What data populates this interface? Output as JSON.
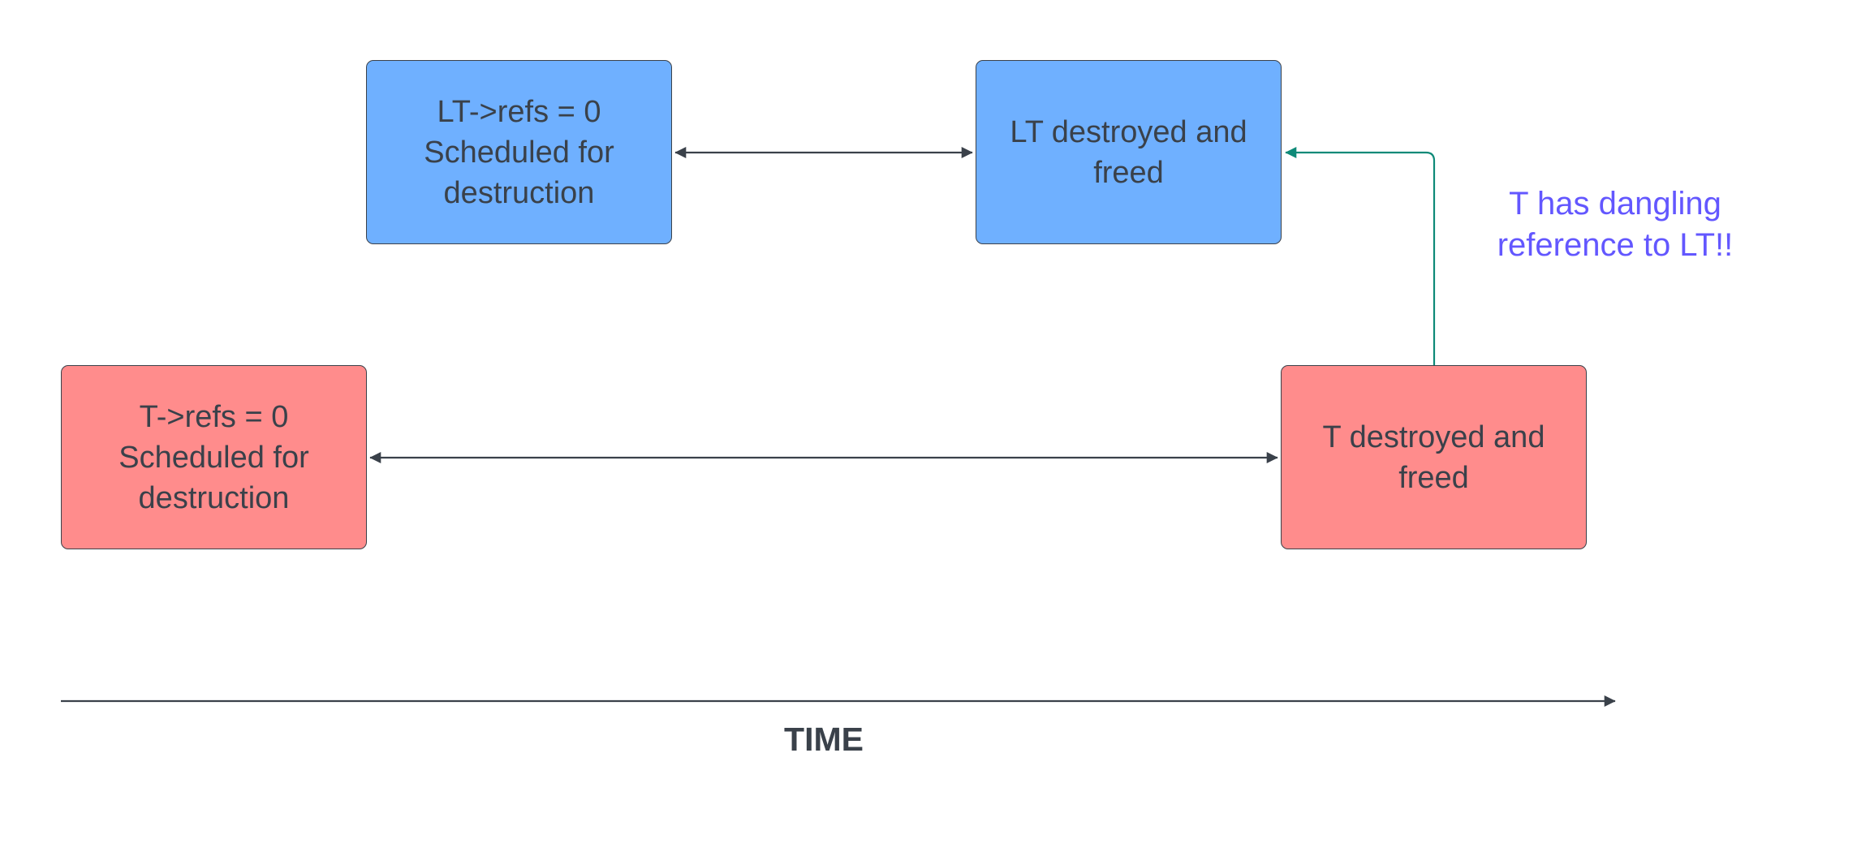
{
  "boxes": {
    "lt_refs_zero": "LT->refs = 0\nScheduled for\ndestruction",
    "lt_destroyed": "LT destroyed and\nfreed",
    "t_refs_zero": "T->refs = 0\nScheduled for\ndestruction",
    "t_destroyed": "T destroyed and\nfreed"
  },
  "annotation": "T has dangling\nreference to LT!!",
  "axis_label": "TIME",
  "colors": {
    "box_blue": "#6fb0ff",
    "box_red": "#ff8c8c",
    "text_dark": "#3a414a",
    "annotation": "#6357ff",
    "reference_arrow": "#0e8a78"
  }
}
